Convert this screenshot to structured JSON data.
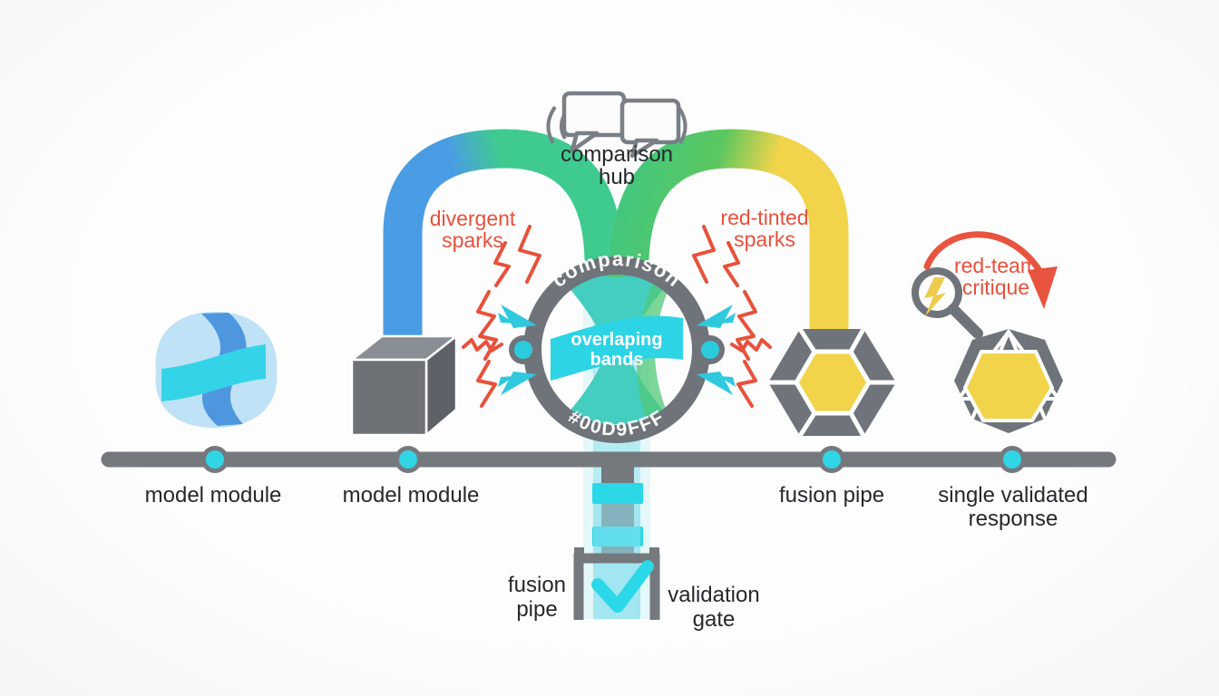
{
  "hub": {
    "label": "comparison hub",
    "icon": "chat-bubbles"
  },
  "ring": {
    "top_label": "comparison",
    "bottom_label": "#00D9FFF",
    "ribbon_label": "overlaping bands"
  },
  "annotations": {
    "left_sparks": "divergent sparks",
    "right_sparks": "red-tinted sparks",
    "red_team": "red-team critique"
  },
  "pipeline": {
    "nodes": [
      {
        "label": "model module"
      },
      {
        "label": "model module"
      },
      {
        "label": "fusion pipe"
      },
      {
        "label": "single validated response"
      }
    ]
  },
  "bottom": {
    "fusion_pipe": "fusion pipe",
    "validation_gate": "validation gate"
  },
  "colors": {
    "pipe_gray": "#75797E",
    "ring_gray": "#6F747B",
    "cyan": "#2BD8E8",
    "teal": "#43CEC0",
    "blue": "#4A9DE4",
    "green": "#3FCB8F",
    "yellow": "#F2D44B",
    "red": "#E8513B",
    "text_dark": "#26282C"
  }
}
